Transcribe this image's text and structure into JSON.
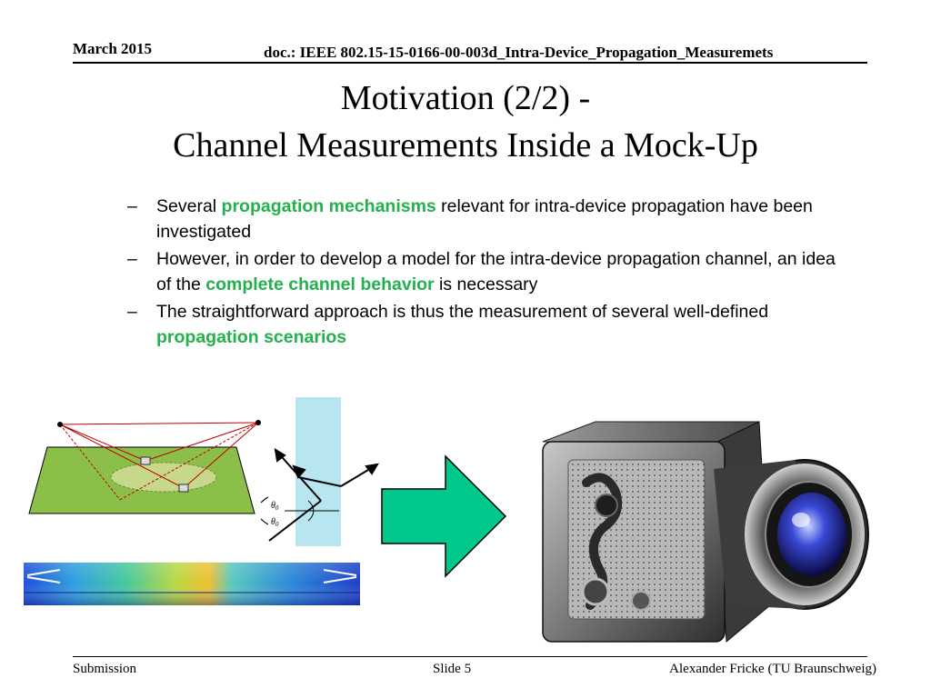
{
  "header": {
    "date": "March 2015",
    "doc": "doc.: IEEE 802.15-15-0166-00-003d_Intra-Device_Propagation_Measuremets"
  },
  "title": {
    "line1": "Motivation (2/2) -",
    "line2": "Channel Measurements Inside a Mock-Up"
  },
  "bullets": [
    {
      "before": "Several ",
      "highlight": "propagation mechanisms",
      "after": " relevant for intra-device propagation have been investigated"
    },
    {
      "before": "However, in order to develop a model for the intra-device propagation channel, an idea of the ",
      "highlight": "complete channel behavior",
      "after": " is necessary"
    },
    {
      "before": "The straightforward approach is thus the measurement of several well-defined ",
      "highlight": "propagation scenarios",
      "after": ""
    }
  ],
  "dash": "–",
  "figures": {
    "theta_label_1": "θ",
    "theta_sub_1": "0",
    "theta_label_2": "θ",
    "theta_sub_2": "0"
  },
  "colors": {
    "highlight": "#22b14c",
    "arrow": "#00c78c",
    "plate": "#b8e6f0",
    "ground": "#8cbf4a"
  },
  "footer": {
    "left": "Submission",
    "center": "Slide 5",
    "right": "Alexander Fricke (TU Braunschweig)"
  }
}
